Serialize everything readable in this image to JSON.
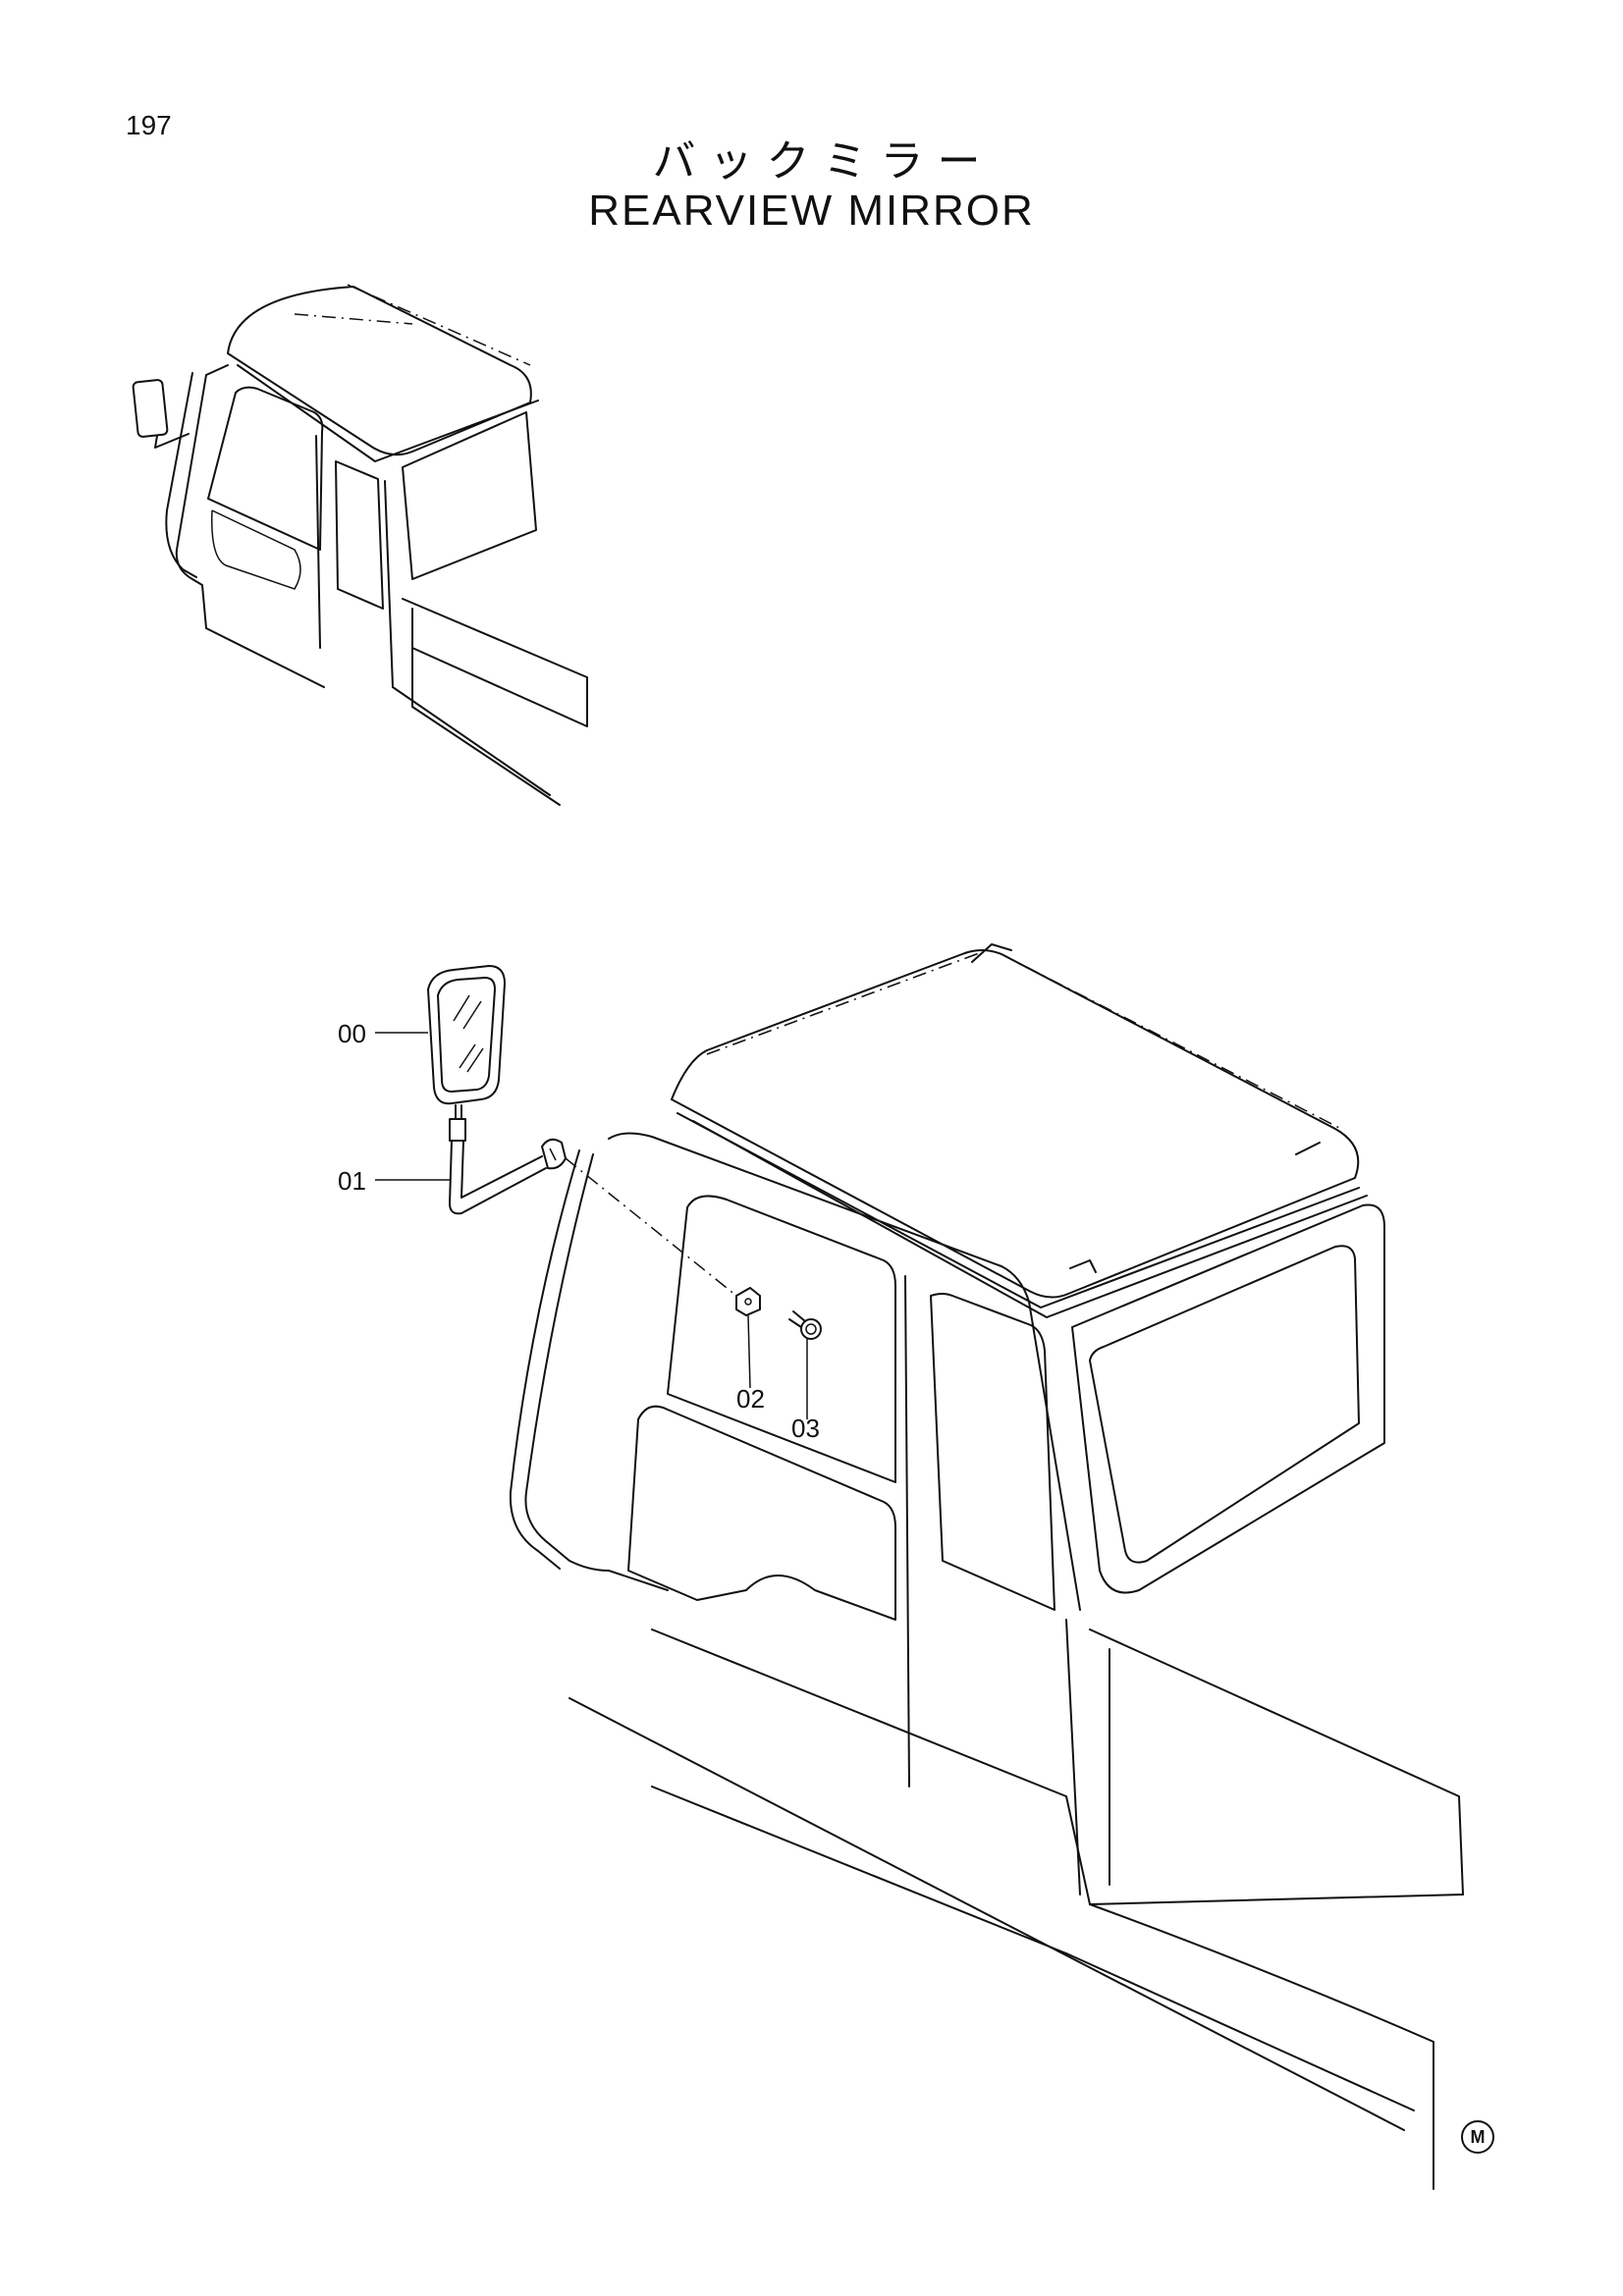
{
  "page_number": "197",
  "title_jp": "バックミラー",
  "title_en": "REARVIEW  MIRROR",
  "callouts": [
    "00",
    "01",
    "02",
    "03"
  ],
  "mark": "M",
  "icons": [
    "registered-mark-icon"
  ]
}
